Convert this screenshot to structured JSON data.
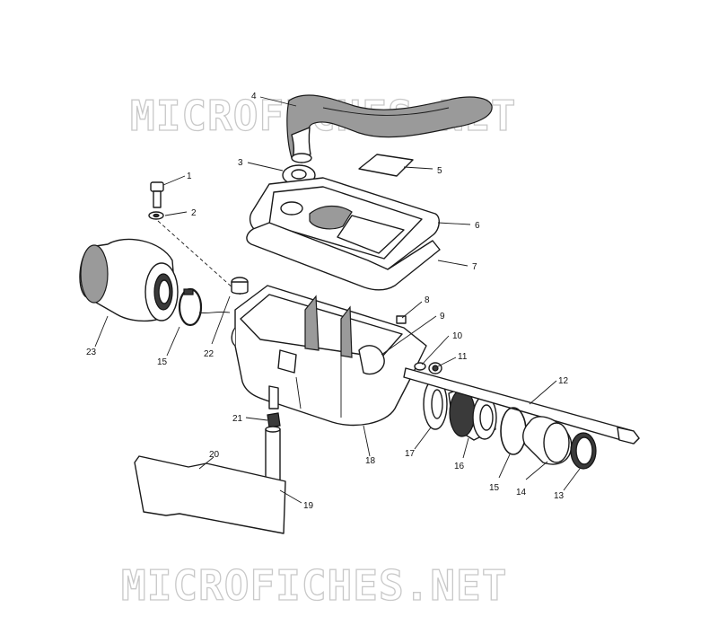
{
  "watermark": {
    "text": "MICROFICHES.NET"
  },
  "callouts": [
    {
      "id": "1",
      "label": "1"
    },
    {
      "id": "2",
      "label": "2"
    },
    {
      "id": "3",
      "label": "3"
    },
    {
      "id": "4",
      "label": "4"
    },
    {
      "id": "5",
      "label": "5"
    },
    {
      "id": "6",
      "label": "6"
    },
    {
      "id": "7",
      "label": "7"
    },
    {
      "id": "8",
      "label": "8"
    },
    {
      "id": "9",
      "label": "9"
    },
    {
      "id": "10",
      "label": "10"
    },
    {
      "id": "11",
      "label": "11"
    },
    {
      "id": "12",
      "label": "12"
    },
    {
      "id": "13",
      "label": "13"
    },
    {
      "id": "14",
      "label": "14"
    },
    {
      "id": "15a",
      "label": "15"
    },
    {
      "id": "15b",
      "label": "15"
    },
    {
      "id": "16",
      "label": "16"
    },
    {
      "id": "17",
      "label": "17"
    },
    {
      "id": "18",
      "label": "18"
    },
    {
      "id": "19",
      "label": "19"
    },
    {
      "id": "20",
      "label": "20"
    },
    {
      "id": "21",
      "label": "21"
    },
    {
      "id": "22",
      "label": "22"
    },
    {
      "id": "23",
      "label": "23"
    }
  ]
}
